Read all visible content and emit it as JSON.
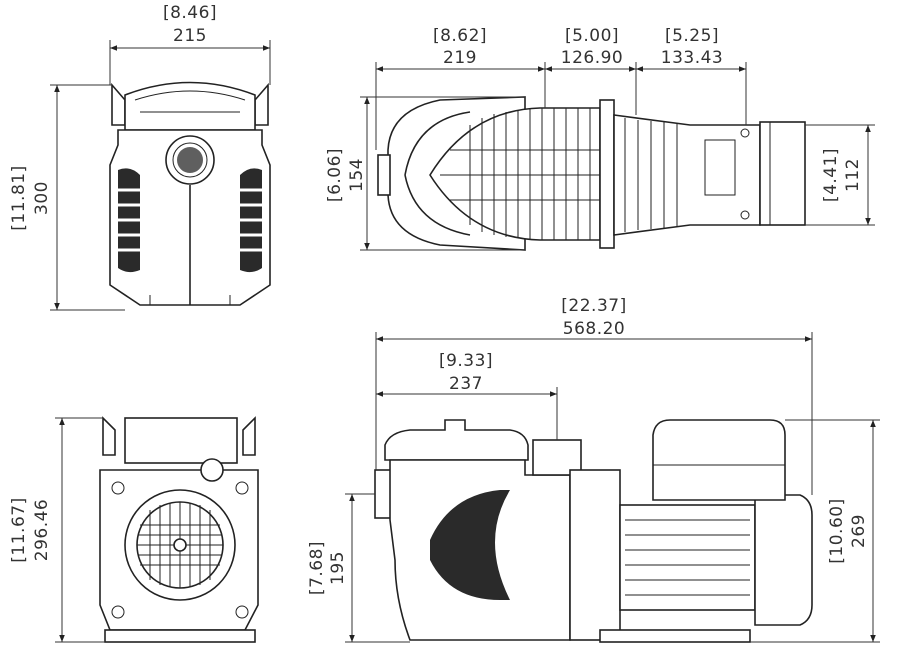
{
  "dimensions": {
    "front_top_width_in": "[8.46]",
    "front_top_width_mm": "215",
    "front_top_height_in": "[11.81]",
    "front_top_height_mm": "300",
    "top_view_width1_in": "[8.62]",
    "top_view_width1_mm": "219",
    "top_view_width2_in": "[5.00]",
    "top_view_width2_mm": "126.90",
    "top_view_width3_in": "[5.25]",
    "top_view_width3_mm": "133.43",
    "top_view_height_left_in": "[6.06]",
    "top_view_height_left_mm": "154",
    "top_view_height_right_in": "[4.41]",
    "top_view_height_right_mm": "112",
    "side_total_length_in": "[22.37]",
    "side_total_length_mm": "568.20",
    "side_inlet_length_in": "[9.33]",
    "side_inlet_length_mm": "237",
    "side_inlet_height_in": "[7.68]",
    "side_inlet_height_mm": "195",
    "side_total_height_in": "[10.60]",
    "side_total_height_mm": "269",
    "rear_height_in": "[11.67]",
    "rear_height_mm": "296.46"
  }
}
